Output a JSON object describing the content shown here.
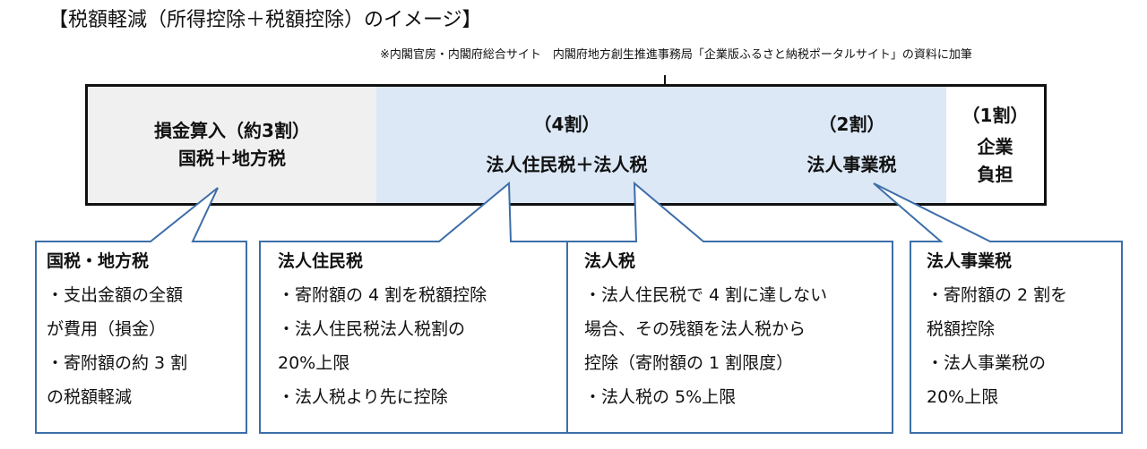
{
  "title": "【税額軽減（所得控除＋税額控除）のイメージ】",
  "source_note": "※内閣官房・内閣府総合サイト　内閣府地方創生推進事務局「企業版ふるさと納税ポータルサイト」の資料に加筆",
  "bar": {
    "seg1": {
      "line1": "損金算入（約3割）",
      "line2": "国税＋地方税"
    },
    "seg2": {
      "pct": "（4割）",
      "label": "法人住民税＋法人税"
    },
    "seg3": {
      "pct": "（2割）",
      "label": "法人事業税"
    },
    "seg4": {
      "pct": "（1割）",
      "line1": "企業",
      "line2": "負担"
    }
  },
  "callouts": {
    "c1": {
      "heading": "国税・地方税",
      "lines": [
        "・支出金額の全額",
        "が費用（損金）",
        "・寄附額の約 3 割",
        "の税額軽減"
      ]
    },
    "c2": {
      "heading": "法人住民税",
      "lines": [
        "・寄附額の 4 割を税額控除",
        "・法人住民税法人税割の",
        "20%上限",
        "・法人税より先に控除"
      ]
    },
    "c3": {
      "heading": "法人税",
      "lines": [
        "・法人住民税で 4 割に達しない",
        "場合、その残額を法人税から",
        "控除（寄附額の 1 割限度）",
        "・法人税の 5%上限"
      ]
    },
    "c4": {
      "heading": "法人事業税",
      "lines": [
        "・寄附額の 2 割を",
        "税額控除",
        "・法人事業税の",
        "20%上限"
      ]
    }
  },
  "colors": {
    "callout_border": "#3d6ea8",
    "bar_blue": "#dce8f6",
    "bar_gray": "#f0f0f0"
  }
}
